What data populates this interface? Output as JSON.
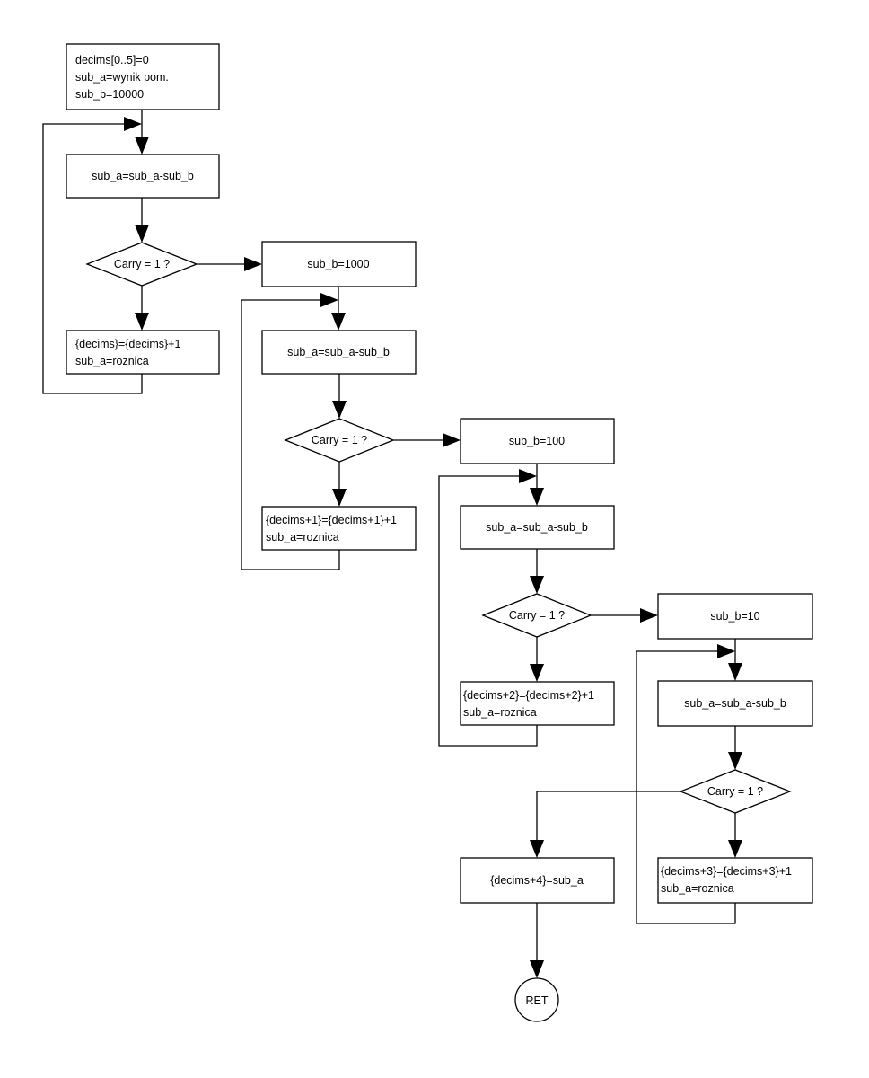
{
  "diagram": {
    "start": {
      "lines": [
        "decims[0..5]=0",
        "sub_a=wynik pom.",
        "sub_b=10000"
      ]
    },
    "stages": [
      {
        "subtract": "sub_a=sub_a-sub_b",
        "decision": "Carry = 1 ?",
        "increment": [
          "{decims}={decims}+1",
          "sub_a=roznica"
        ],
        "next_init": "sub_b=1000"
      },
      {
        "subtract": "sub_a=sub_a-sub_b",
        "decision": "Carry = 1 ?",
        "increment": [
          "{decims+1}={decims+1}+1",
          "sub_a=roznica"
        ],
        "next_init": "sub_b=100"
      },
      {
        "subtract": "sub_a=sub_a-sub_b",
        "decision": "Carry = 1 ?",
        "increment": [
          "{decims+2}={decims+2}+1",
          "sub_a=roznica"
        ],
        "next_init": "sub_b=10"
      },
      {
        "subtract": "sub_a=sub_a-sub_b",
        "decision": "Carry = 1 ?",
        "increment": [
          "{decims+3}={decims+3}+1",
          "sub_a=roznica"
        ]
      }
    ],
    "final": "{decims+4}=sub_a",
    "end": "RET"
  }
}
